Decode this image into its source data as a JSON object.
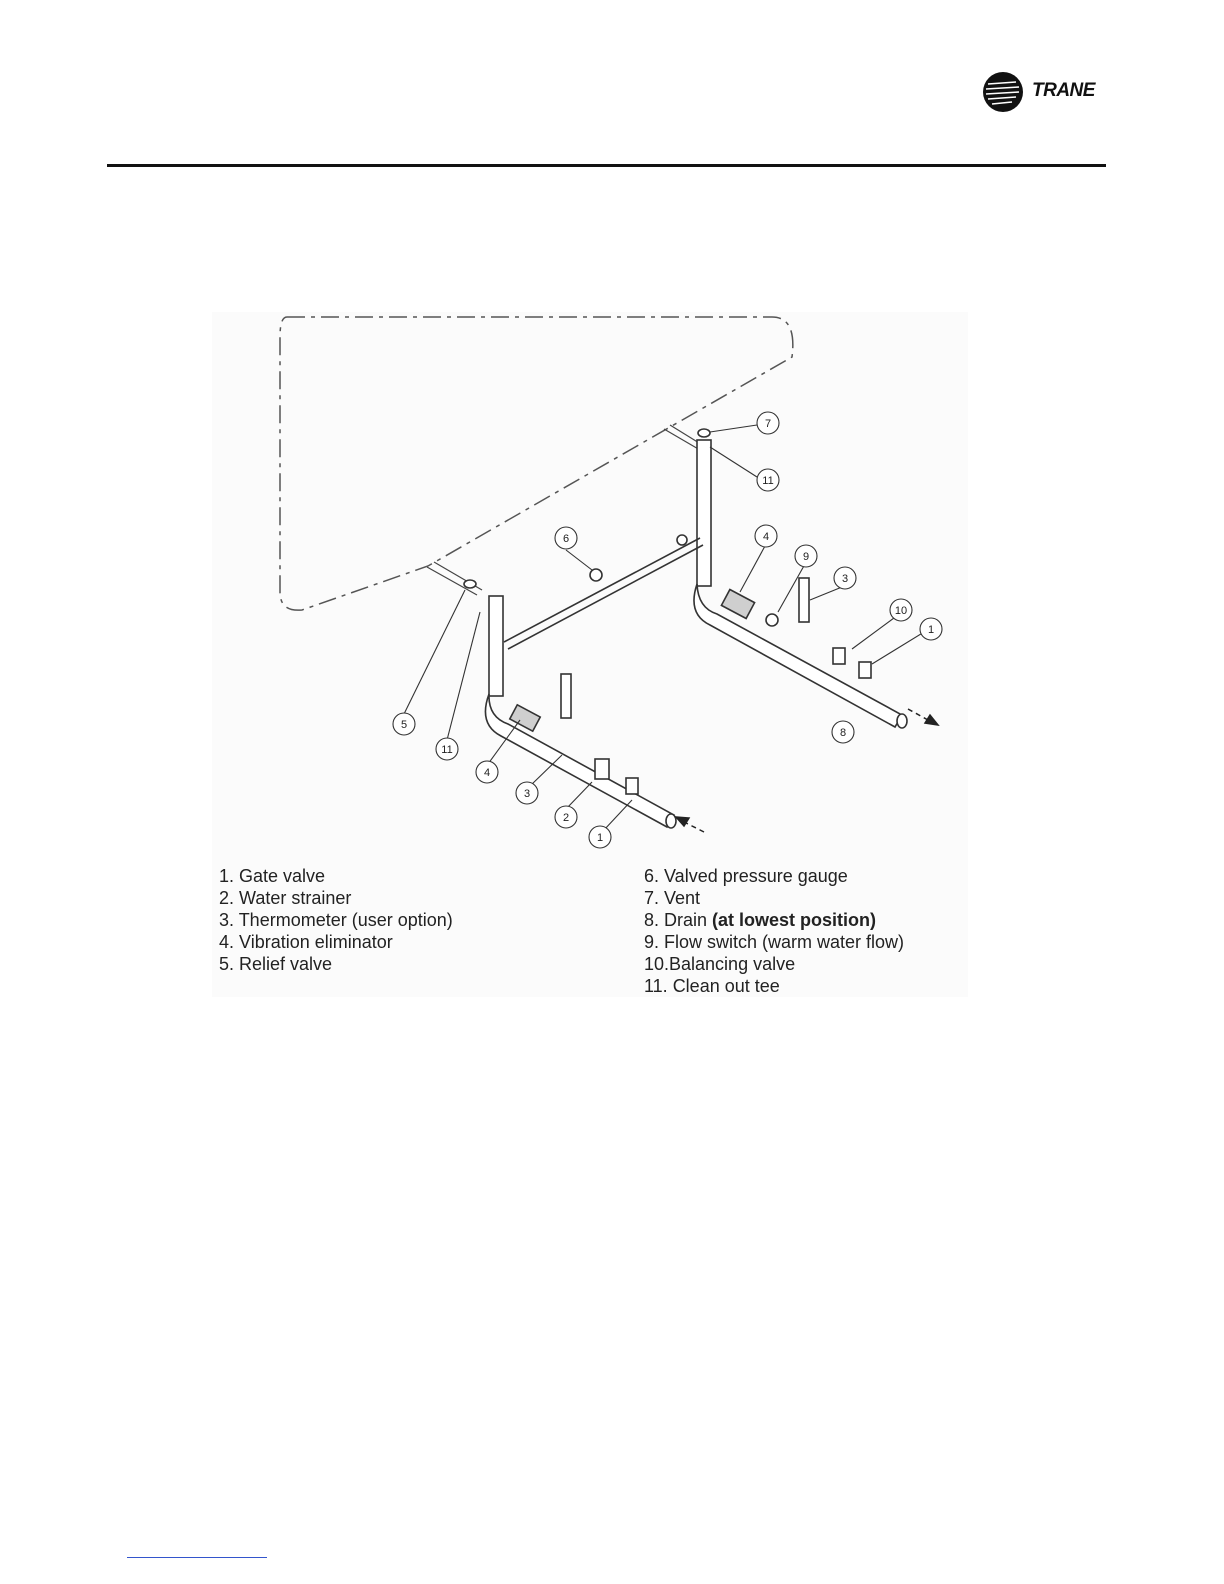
{
  "header": {
    "brand": "TRANE"
  },
  "diagram": {
    "callouts": [
      "7",
      "11",
      "6",
      "4",
      "9",
      "3",
      "10",
      "1",
      "8",
      "5",
      "11",
      "4",
      "3",
      "2",
      "1"
    ]
  },
  "legend": {
    "left": [
      "1. Gate valve",
      "2. Water strainer",
      "3. Thermometer (user option)",
      "4. Vibration eliminator",
      "5. Relief valve"
    ],
    "right": [
      "6. Valved pressure gauge",
      "7. Vent",
      "9. Flow switch (warm water flow)",
      "10.Balancing valve",
      "11. Clean out tee"
    ],
    "drain_prefix": "8. Drain ",
    "drain_note": "(at lowest position)"
  }
}
